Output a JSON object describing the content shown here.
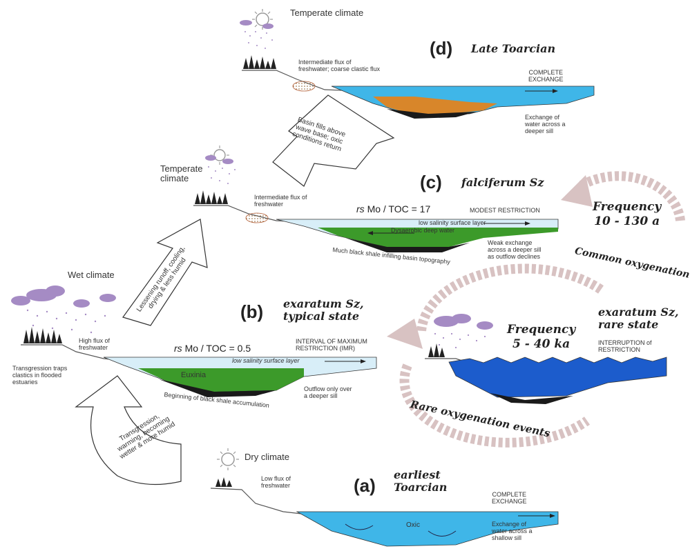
{
  "colors": {
    "ocean": "#3fb6e8",
    "ocean_light": "#d8eef8",
    "anoxic_green": "#3c9a2a",
    "green_light": "#44b02e",
    "rare_blue": "#1c5ccc",
    "sediment_orange": "#d8862a",
    "black_shale": "#1a1a1a",
    "cloud": "#a58bc4",
    "arrow_dots": "#d8c2c2"
  },
  "icons": [
    "sun-icon",
    "cloud-icon",
    "rain-icon",
    "tree-icon",
    "hollow-arrow-icon",
    "dotted-circular-arrow-icon"
  ],
  "panel_d": {
    "letter": "(d)",
    "title": "Late Toarcian",
    "climate": "Temperate climate",
    "flux": "Intermediate flux of\nfreshwater; coarse clastic flux",
    "exchange": "COMPLETE\nEXCHANGE",
    "sill": "Exchange of\nwater across a\ndeeper sill",
    "arrow_text": "Basin fills above\nwave base; oxic\nconditions return"
  },
  "panel_c": {
    "letter": "(c)",
    "title": "falciferum Sz",
    "climate": "Temperate\nclimate",
    "flux": "Intermediate flux of\nfreshwater",
    "ratio_prefix": "rs",
    "ratio_text": "Mo / TOC = 17",
    "restriction": "MODEST RESTRICTION",
    "surface_layer": "low salinity surface layer",
    "deep_water": "Dysaerobic deep water",
    "shale": "Much black shale infilling basin topography",
    "sill": "Weak exchange\nacross a deeper sill\nas outflow declines",
    "arrow_text": "Lessening runoff, cooling,\ndrying & less humid"
  },
  "panel_b": {
    "letter": "(b)",
    "title": "exaratum Sz,\ntypical state",
    "climate": "Wet climate",
    "flux": "High flux of\nfreshwater",
    "ratio_prefix": "rs",
    "ratio_text": "Mo / TOC = 0.5",
    "restriction": "INTERVAL OF MAXIMUM\nRESTRICTION (IMR)",
    "surface_layer": "low salinity surface layer",
    "euxinia": "Euxinia",
    "shale": "Beginning of black shale accumulation",
    "transgression_note": "Transgression traps\nclastics in flooded\nestuaries",
    "outflow": "Outflow only over\na deeper sill",
    "arrow_text": "Transgression,\nwarming, becoming\nwetter & more humid"
  },
  "panel_rare": {
    "title": "exaratum Sz,\nrare state",
    "interruption": "INTERRUPTION of\nRESTRICTION"
  },
  "panel_a": {
    "letter": "(a)",
    "title": "earliest\nToarcian",
    "climate": "Dry climate",
    "flux": "Low flux of\nfreshwater",
    "exchange": "COMPLETE\nEXCHANGE",
    "oxic": "Oxic",
    "sill": "Exchange of\nwater across a\nshallow sill"
  },
  "cycle_common": {
    "freq_label": "Frequency\n10 - 130 a",
    "caption": "Common oxygenation events"
  },
  "cycle_rare": {
    "freq_label": "Frequency\n5 - 40 ka",
    "caption": "Rare oxygenation events"
  }
}
